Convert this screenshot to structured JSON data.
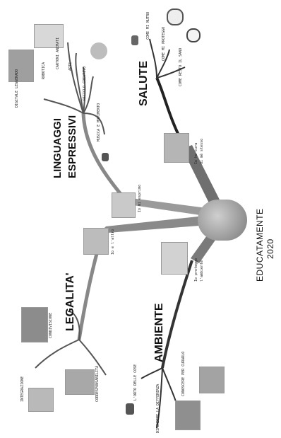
{
  "title": {
    "line1": "EDUCATAMENTE",
    "line2": "2020"
  },
  "branches": {
    "linguaggi": {
      "label_line1": "LINGUAGGI",
      "label_line2": "ESPRESSIVI",
      "items": [
        "DIGITALE LEGGERADO",
        "ROBOTICA",
        "CARTONI ANIMATI",
        "ARTE",
        "RICICLO CREATIVO",
        "MUSICA E MOVIMENTO"
      ],
      "hub_caption": "Io mi esprimo"
    },
    "salute": {
      "label": "SALUTE",
      "items": [
        "COME MI NUTRO",
        "COME MI PROTEGGO",
        "COME RESTO IL SANO"
      ],
      "hub_caption_line1": "Io ho cura",
      "hub_caption_line2": "di mè stesso"
    },
    "legalita": {
      "label": "LEGALITA'",
      "items": [
        "INTEGRAZIONE",
        "CONDIVISIONE",
        "CORRESPONSABILITÀ"
      ],
      "hub_caption": "Io e l'altro"
    },
    "ambiente": {
      "label": "AMBIENTE",
      "items": [
        "L'ORTO DELLE COSE",
        "CONOSCERE PER CURARLO",
        "DIFENDERE LA DIFFERENZA"
      ],
      "hub_caption_line1": "Io proteggo",
      "hub_caption_line2": "l'ambiente"
    }
  }
}
